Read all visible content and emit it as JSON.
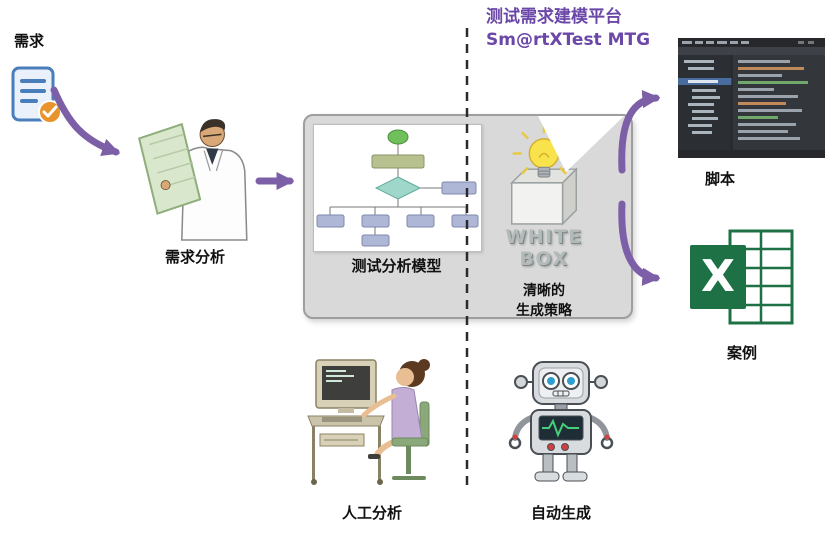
{
  "palette": {
    "arrow_purple": "#7D5FA8",
    "title_purple": "#6B48A8",
    "excel_green": "#1E7145",
    "box_bg": "#D9D9D9",
    "box_border": "#9E9E9E",
    "dashed_line": "#2B2B2B",
    "label_color": "#111111",
    "whitebox_gray": "#B2BABA"
  },
  "title": {
    "line1": "测试需求建模平台",
    "line2": "Sm@rtXTest MTG"
  },
  "nodes": {
    "requirement": {
      "label": "需求"
    },
    "requirement_analysis": {
      "label": "需求分析"
    },
    "analysis_model": {
      "label": "测试分析模型"
    },
    "white_box": {
      "line1": "WHITE",
      "line2": "BOX"
    },
    "strategy": {
      "line1": "清晰的",
      "line2": "生成策略"
    },
    "script": {
      "label": "脚本"
    },
    "test_case": {
      "label": "案例"
    },
    "manual": {
      "label": "人工分析"
    },
    "auto": {
      "label": "自动生成"
    }
  },
  "icons": {
    "excel_x": "X",
    "requirement_doc": "document-check-icon",
    "analyst": "analyst-reading-icon",
    "flowchart": "flowchart-diagram",
    "lightbulb": "lightbulb-in-box-icon",
    "script_screenshot": "code-editor-screenshot",
    "excel": "excel-logo",
    "manual_person": "person-at-computer-illustration",
    "robot": "robot-illustration"
  }
}
